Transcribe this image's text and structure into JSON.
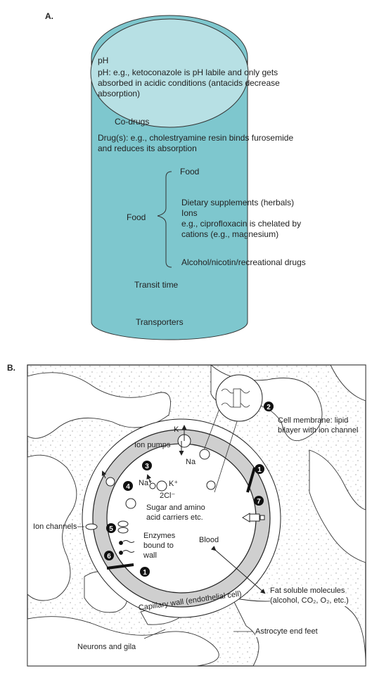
{
  "panel_a": {
    "letter": "A.",
    "colors": {
      "body": "#7ec7ce",
      "top": "#b7e0e4",
      "stroke": "#333333"
    },
    "ph_heading": "pH",
    "ph_text": [
      "pH: e.g., ketoconazole is pH labile and only gets",
      "absorbed in acidic conditions (antacids decrease",
      "absorption)"
    ],
    "codrugs_heading": "Co-drugs",
    "codrugs_text": [
      "Drug(s): e.g., cholestryamine resin binds furosemide",
      "and reduces its absorption"
    ],
    "food_label": "Food",
    "food_items": {
      "food": "Food",
      "supplements": "Dietary supplements (herbals)",
      "ions": "Ions",
      "example": [
        "e.g., ciprofloxacin is chelated by",
        "cations (e.g., magnesium)"
      ],
      "alcohol": "Alcohol/nicotin/recreational drugs"
    },
    "transit": "Transit time",
    "transporters": "Transporters"
  },
  "panel_b": {
    "letter": "B.",
    "colors": {
      "capillary": "#cfcfcf",
      "stroke": "#222222",
      "badge": "#111111"
    },
    "labels": {
      "cell_membrane": [
        "Cell membrane: lipid",
        "bilayer with ion channel"
      ],
      "ion_pumps": "Ion pumps",
      "k_top": "K",
      "na_top": "Na",
      "na_plus": "Na⁺",
      "k_plus": "K⁺",
      "two_cl": "2Cl⁻",
      "sugar": [
        "Sugar and amino",
        "acid carriers etc."
      ],
      "ion_channels": "Ion channels",
      "blood": "Blood",
      "enzymes": [
        "Enzymes",
        "bound to",
        "wall"
      ],
      "fat_soluble": [
        "Fat soluble molecules",
        "(alcohol, CO₂, O₂, etc.)"
      ],
      "capillary_wall": "Capillary wall (endothelial cell)",
      "astrocyte": "Astrocyte end feet",
      "neurons": "Neurons and gila"
    },
    "badges": [
      "1",
      "2",
      "3",
      "4",
      "5",
      "6",
      "7",
      "1"
    ]
  }
}
